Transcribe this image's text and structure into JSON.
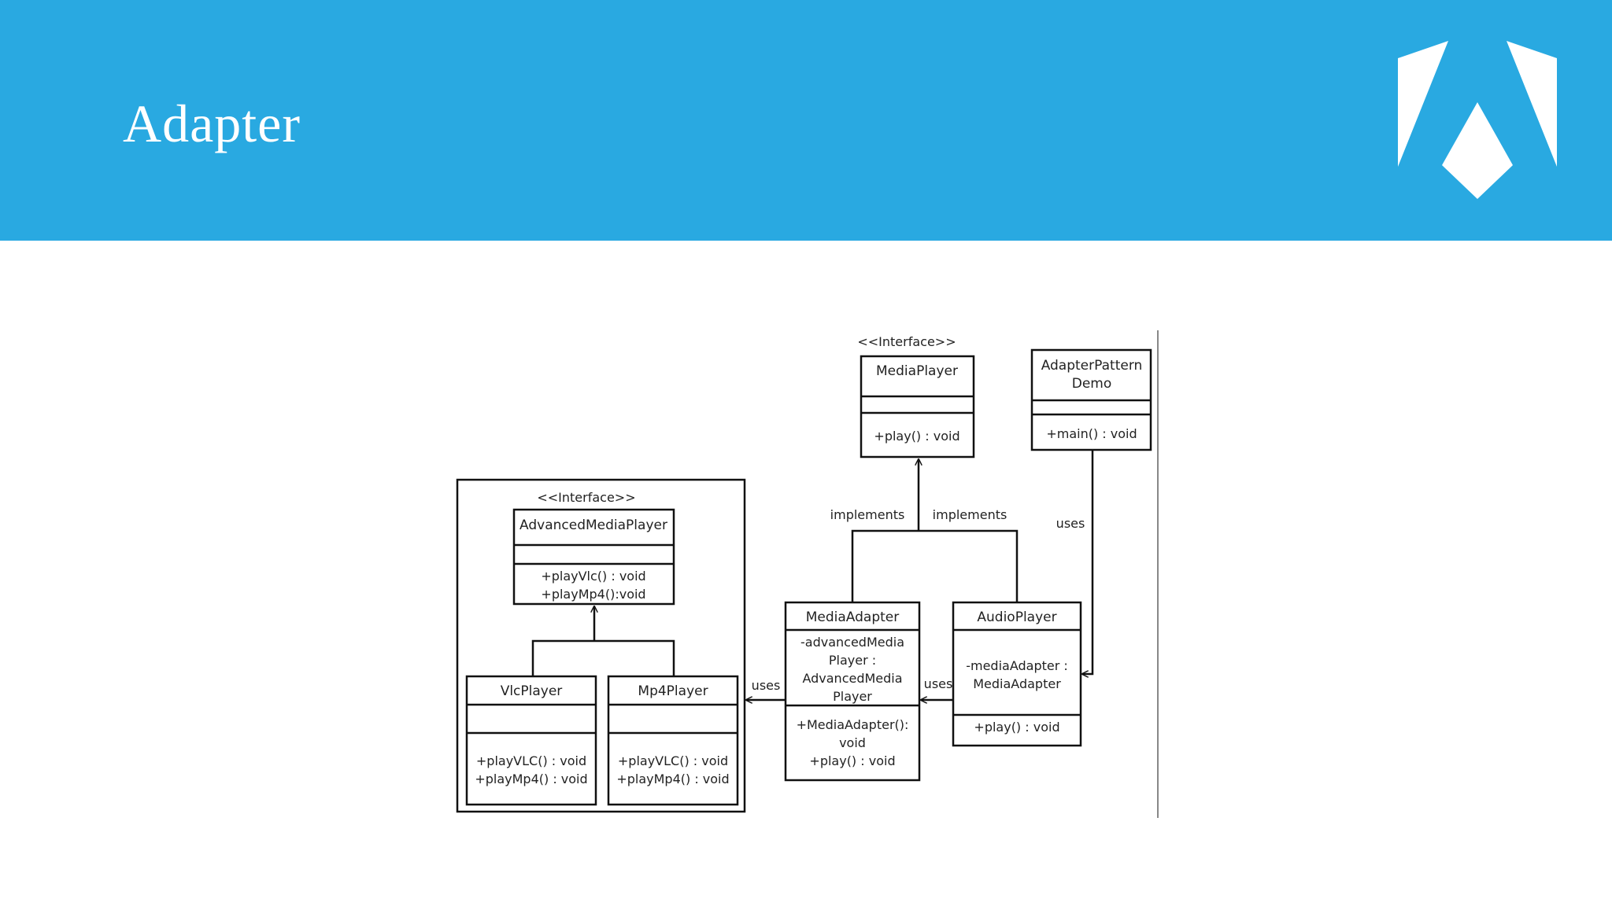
{
  "slide": {
    "title": "Adapter",
    "colors": {
      "header": "#29a9e1",
      "title_text": "#ffffff",
      "logo": "#ffffff"
    },
    "logo_icon": "stylized-a-logo-icon"
  },
  "diagram": {
    "media_player": {
      "stereotype": "<<Interface>>",
      "name": "MediaPlayer",
      "method": "+play() : void"
    },
    "adapter_demo": {
      "name_line1": "AdapterPattern",
      "name_line2": "Demo",
      "method": "+main() : void"
    },
    "advanced_media_player": {
      "stereotype": "<<Interface>>",
      "name": "AdvancedMediaPlayer",
      "method1": "+playVlc() : void",
      "method2": "+playMp4():void"
    },
    "vlc_player": {
      "name": "VlcPlayer",
      "method1": "+playVLC() : void",
      "method2": "+playMp4() : void"
    },
    "mp4_player": {
      "name": "Mp4Player",
      "method1": "+playVLC() : void",
      "method2": "+playMp4() : void"
    },
    "media_adapter": {
      "name": "MediaAdapter",
      "attr1": "-advancedMedia",
      "attr2": "Player :",
      "attr3": "AdvancedMedia",
      "attr4": "Player",
      "method1": "+MediaAdapter():",
      "method2": "void",
      "method3": "+play() : void"
    },
    "audio_player": {
      "name": "AudioPlayer",
      "attr1": "-mediaAdapter :",
      "attr2": "MediaAdapter",
      "method": "+play() : void"
    },
    "labels": {
      "implements_left": "implements",
      "implements_right": "implements",
      "uses_demo": "uses",
      "uses_audio": "uses",
      "uses_adapter": "uses"
    }
  }
}
